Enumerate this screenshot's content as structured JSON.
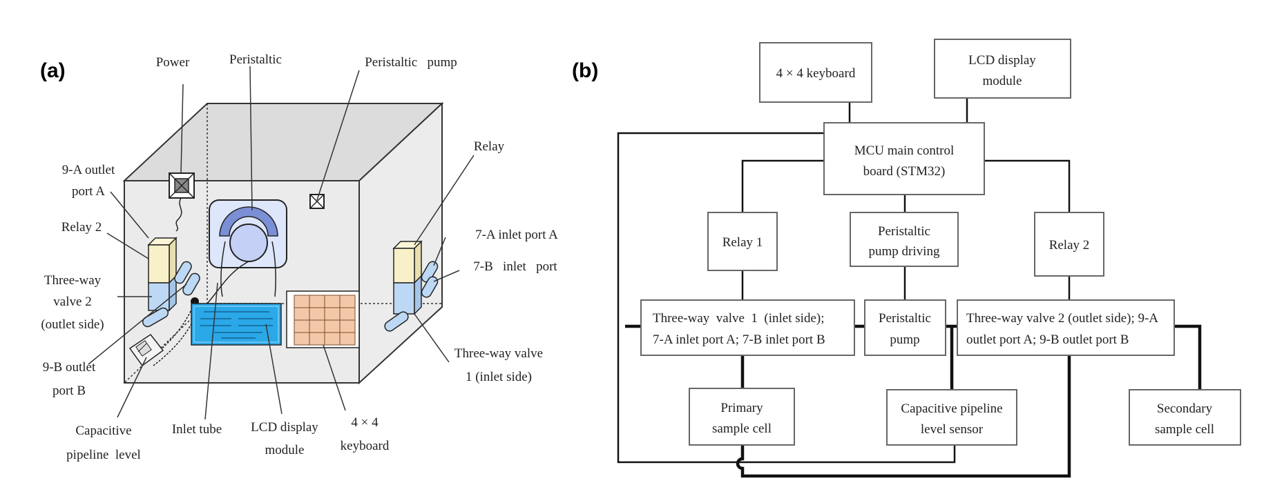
{
  "panel_a": {
    "tag": "(a)",
    "labels": {
      "power": "Power",
      "peristaltic": "Peristaltic",
      "peristaltic_pump": "Peristaltic   pump",
      "relay": "Relay",
      "outlet_9a_1": "9-A outlet",
      "outlet_9a_2": "port A",
      "relay2": "Relay 2",
      "inlet_7a": "7-A inlet port A",
      "inlet_7b": "7-B   inlet   port",
      "three_way_2_1": "Three-way",
      "three_way_2_2": "valve 2",
      "three_way_2_3": "(outlet side)",
      "outlet_9b_1": "9-B outlet",
      "outlet_9b_2": "port B",
      "three_way_1_1": "Three-way valve",
      "three_way_1_2": "1 (inlet side)",
      "cap_1": "Capacitive",
      "cap_2": "pipeline  level",
      "inlet_tube": "Inlet tube",
      "lcd_1": "LCD display",
      "lcd_2": "module",
      "kb_1": "4 × 4",
      "kb_2": "keyboard"
    }
  },
  "panel_b": {
    "tag": "(b)",
    "boxes": {
      "keyboard": "4 × 4 keyboard",
      "lcd_1": "LCD display",
      "lcd_2": "module",
      "mcu_1": "MCU main control",
      "mcu_2": "board (STM32)",
      "relay1": "Relay 1",
      "pump_drive_1": "Peristaltic",
      "pump_drive_2": "pump driving",
      "relay2": "Relay 2",
      "valve1_1": "Three-way  valve  1  (inlet side);",
      "valve1_2": "7-A inlet port A; 7-B inlet port B",
      "pump_1": "Peristaltic",
      "pump_2": "pump",
      "valve2_1": "Three-way valve 2 (outlet side); 9-A",
      "valve2_2": "outlet port A; 9-B outlet port B",
      "primary_1": "Primary",
      "primary_2": "sample cell",
      "sensor_1": "Capacitive pipeline",
      "sensor_2": "level sensor",
      "secondary_1": "Secondary",
      "secondary_2": "sample cell"
    }
  },
  "colors": {
    "lcd_screen": "#2aa8e8",
    "keypad": "#f3c8a8",
    "valve": "#bcd8f4",
    "relay_top": "#f8f0c8",
    "pump_arc": "#7b8fd6"
  },
  "icons": [
    "power-switch-icon",
    "indicator-icon"
  ]
}
